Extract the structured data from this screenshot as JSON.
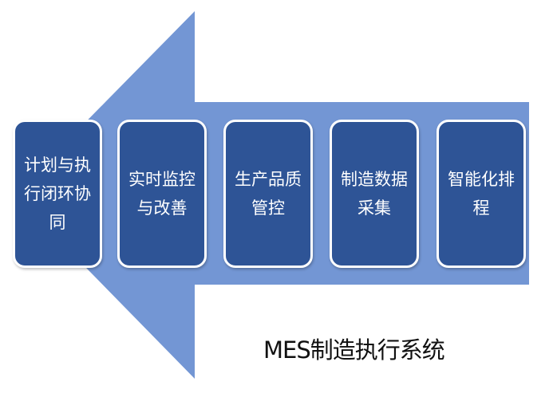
{
  "diagram": {
    "steps": [
      {
        "label": "计划与执行闭环协同"
      },
      {
        "label": "实时监控与改善"
      },
      {
        "label": "生产品质管控"
      },
      {
        "label": "制造数据采集"
      },
      {
        "label": "智能化排程"
      }
    ],
    "caption": "MES制造执行系统",
    "colors": {
      "arrow": "#7396d4",
      "box": "#2e5496",
      "box_border": "#ffffff",
      "text": "#ffffff",
      "caption": "#111111"
    }
  }
}
